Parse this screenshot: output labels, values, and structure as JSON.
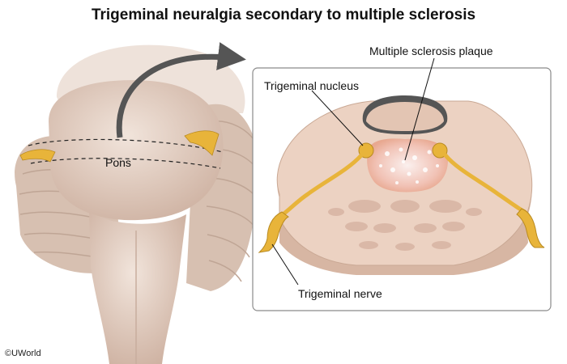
{
  "title": "Trigeminal neuralgia secondary to multiple sclerosis",
  "labels": {
    "pons": "Pons",
    "trigeminal_nucleus": "Trigeminal nucleus",
    "ms_plaque": "Multiple sclerosis plaque",
    "trigeminal_nerve": "Trigeminal nerve"
  },
  "copyright": "©UWorld",
  "colors": {
    "brainstem": "#e3cfc2",
    "cerebellum": "#d9c3b5",
    "nerve": "#e8b43a",
    "section_fill": "#ecd2c2",
    "plaque": "#f5d9d6",
    "arrow": "#555555"
  }
}
